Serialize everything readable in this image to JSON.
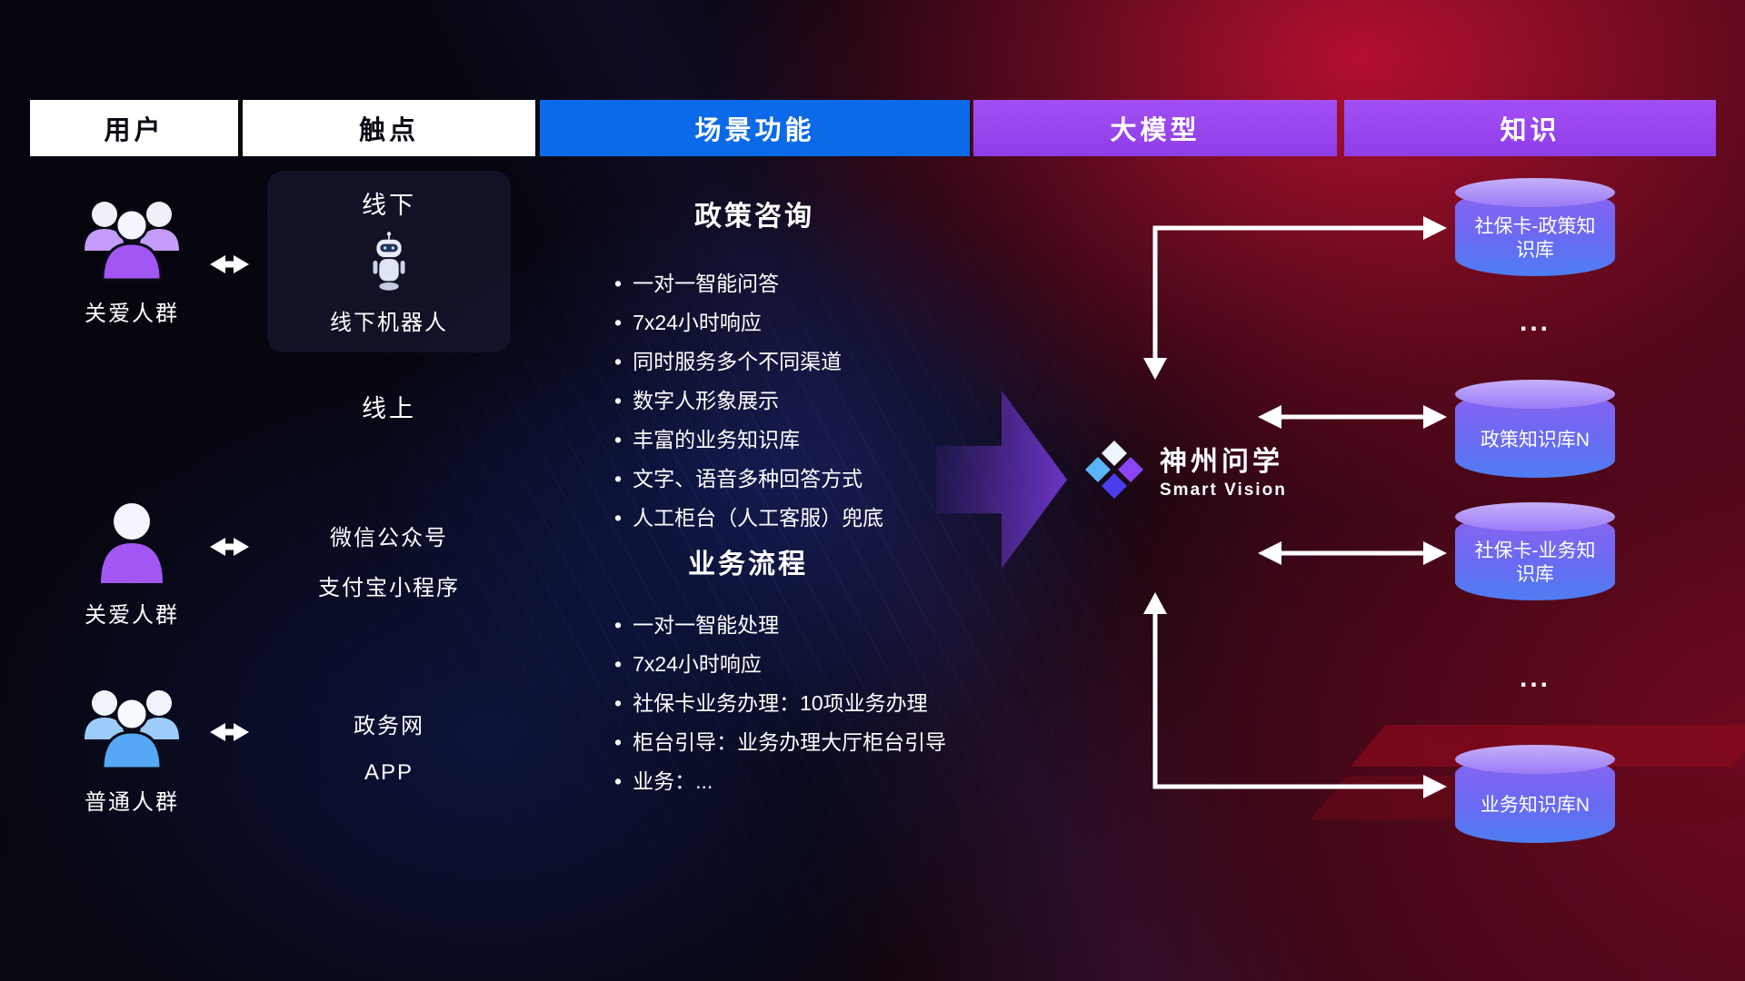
{
  "header": {
    "columns": [
      {
        "label": "用户"
      },
      {
        "label": "触点"
      },
      {
        "label": "场景功能"
      },
      {
        "label": "大模型"
      },
      {
        "label": "知识"
      }
    ]
  },
  "users": [
    {
      "label": "关爱人群",
      "icon": "people-group-purple-icon"
    },
    {
      "label": "关爱人群",
      "icon": "person-purple-icon"
    },
    {
      "label": "普通人群",
      "icon": "people-group-blue-icon"
    }
  ],
  "touchpoints": {
    "offline": {
      "title": "线下",
      "robot_label": "线下机器人"
    },
    "online_title": "线上",
    "items": [
      "微信公众号",
      "支付宝小程序",
      "政务网",
      "APP"
    ]
  },
  "scenes": {
    "policy": {
      "title": "政策咨询",
      "bullets": [
        "一对一智能问答",
        "7x24小时响应",
        "同时服务多个不同渠道",
        "数字人形象展示",
        "丰富的业务知识库",
        "文字、语音多种回答方式",
        "人工柜台（人工客服）兜底"
      ]
    },
    "business": {
      "title": "业务流程",
      "bullets": [
        "一对一智能处理",
        "7x24小时响应",
        "社保卡业务办理：10项业务办理",
        "柜台引导：业务办理大厅柜台引导",
        "业务：..."
      ]
    }
  },
  "model": {
    "name": "神州问学",
    "subtitle": "Smart Vision"
  },
  "knowledge": {
    "databases": [
      "社保卡-政策知识库",
      "政策知识库N",
      "社保卡-业务知识库",
      "业务知识库N"
    ],
    "ellipses": [
      "...",
      "..."
    ]
  },
  "colors": {
    "header_blue": "#0a6ae8",
    "header_purple": "#9b4af0",
    "people_purple": "#a257f5",
    "people_blue": "#55a8f5",
    "db_purple": "#8a63f2",
    "db_blue": "#4f7df2",
    "connector_white": "#ffffff",
    "flow_arrow_purple": "#8440f5",
    "background_red": "#c01030"
  }
}
